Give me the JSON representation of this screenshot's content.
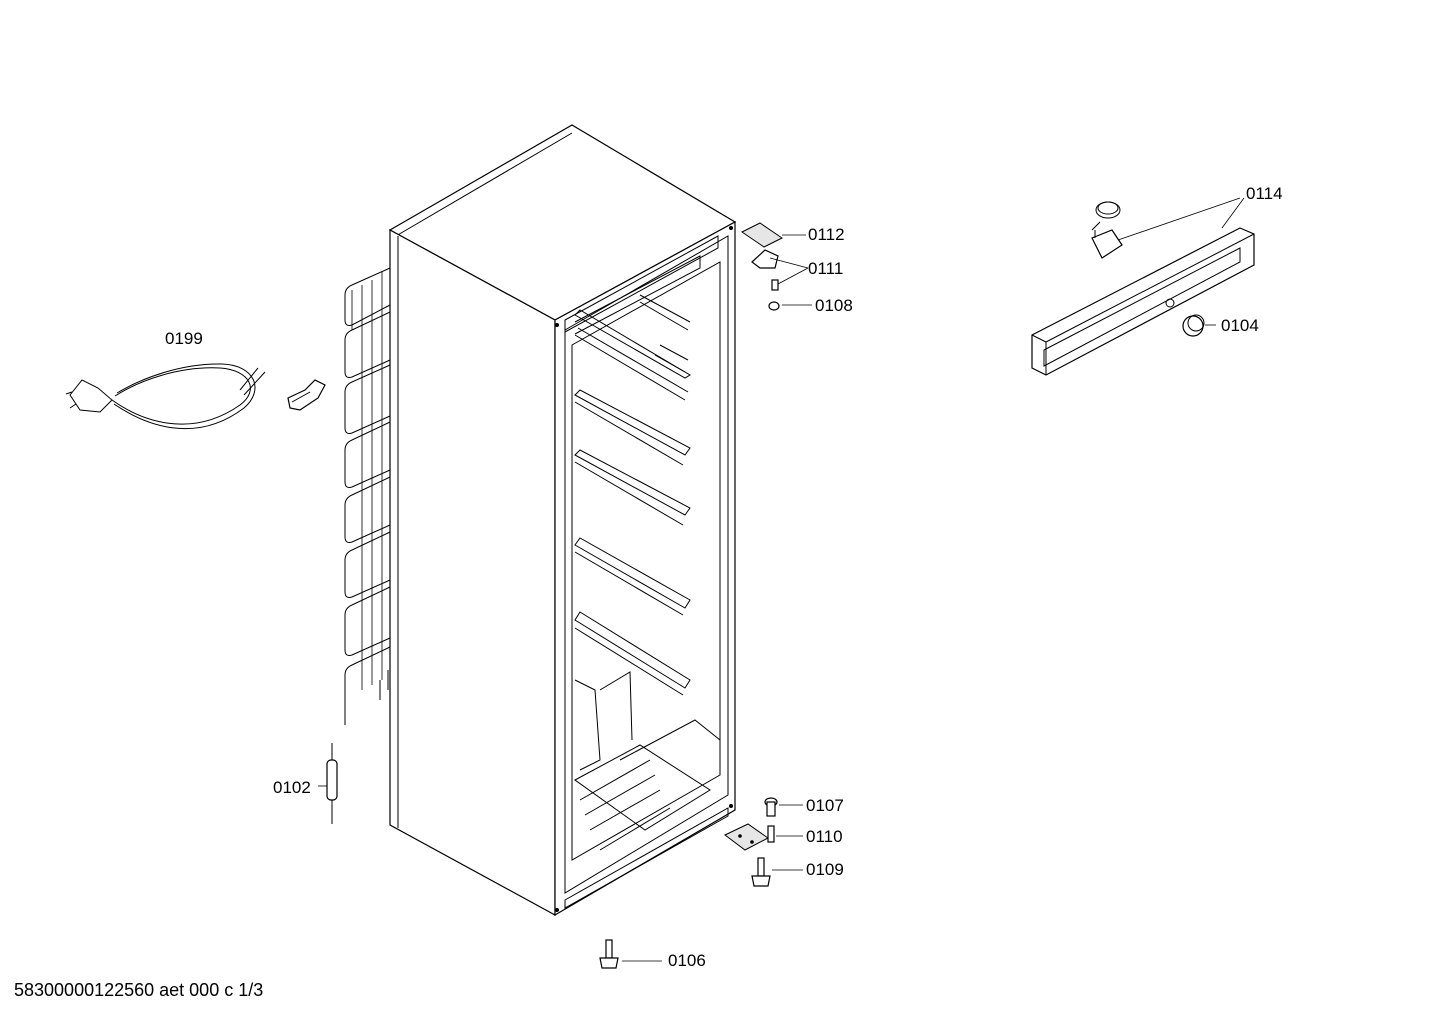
{
  "parts": [
    {
      "id": "0199",
      "name": "power-cord"
    },
    {
      "id": "0102",
      "name": "filter-dryer"
    },
    {
      "id": "0112",
      "name": "hinge-cover"
    },
    {
      "id": "0111",
      "name": "hinge-pin-top"
    },
    {
      "id": "0108",
      "name": "nut"
    },
    {
      "id": "0114",
      "name": "thermostat-assembly"
    },
    {
      "id": "0104",
      "name": "knob"
    },
    {
      "id": "0107",
      "name": "hinge-pin-bottom"
    },
    {
      "id": "0110",
      "name": "bottom-hinge"
    },
    {
      "id": "0109",
      "name": "foot-screw"
    },
    {
      "id": "0106",
      "name": "adjustable-foot"
    }
  ],
  "footer": "58300000122560 aet 000 c 1/3"
}
